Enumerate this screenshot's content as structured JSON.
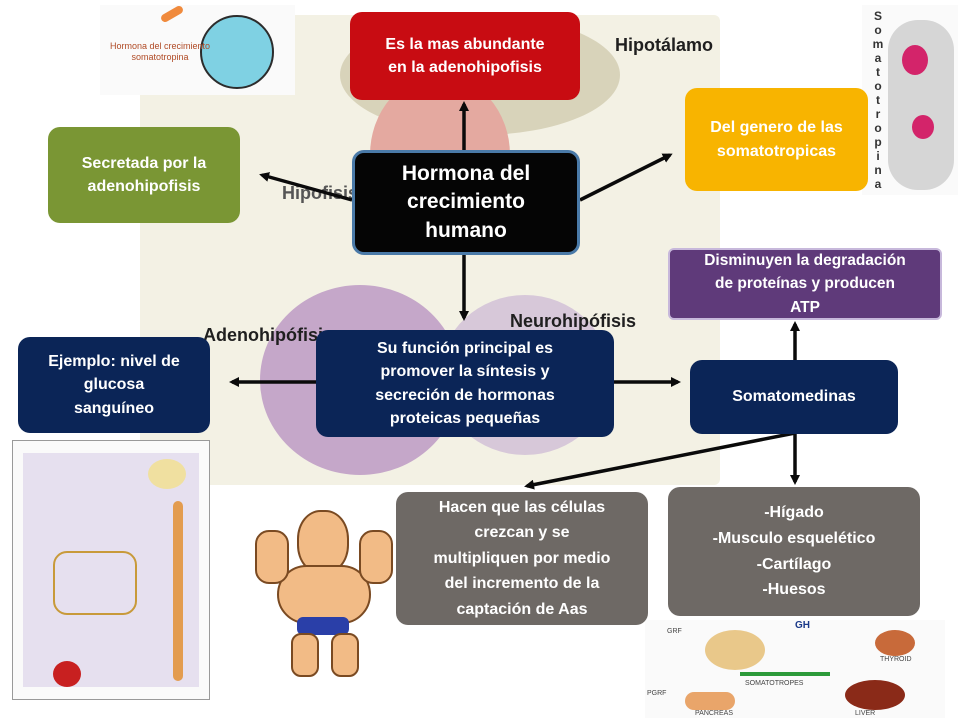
{
  "center": {
    "line1": "Hormona del",
    "line2": "crecimiento",
    "line3": "humano"
  },
  "nodes": {
    "abundante": {
      "line1": "Es la mas abundante",
      "line2": "en la adenohipofisis"
    },
    "secretada": {
      "line1": "Secretada por la",
      "line2": "adenohipofisis"
    },
    "genero": {
      "line1": "Del genero de las",
      "line2": "somatotropicas"
    },
    "disminuyen": {
      "line1": "Disminuyen la degradación",
      "line2": "de proteínas y producen",
      "line3": "ATP"
    },
    "funcion": {
      "line1": "Su función principal es",
      "line2": "promover la síntesis y",
      "line3": "secreción de hormonas",
      "line4": "proteicas pequeñas"
    },
    "ejemplo": {
      "line1": "Ejemplo: nivel de",
      "line2": "glucosa",
      "line3": "sanguíneo"
    },
    "somatomedinas": {
      "label": "Somatomedinas"
    },
    "hacen": {
      "line1": "Hacen que las células",
      "line2": "crezcan y se",
      "line3": "multipliquen por medio",
      "line4": "del incremento de la",
      "line5": "captación de Aas"
    },
    "organos": {
      "line1": "-Hígado",
      "line2": "-Musculo esquelético",
      "line3": "-Cartílago",
      "line4": "-Huesos"
    }
  },
  "background_labels": {
    "hipotalamo": "Hipotálamo",
    "hipofisis": "Hipofisis",
    "adenohipofisis": "Adenohipófisis",
    "neurohipofisis": "Neurohipófisis"
  },
  "thumbnails": {
    "hormone_caption": {
      "line1": "Hormona del crecimiento",
      "line2": "somatotropina"
    },
    "vertical_word": [
      "S",
      "o",
      "m",
      "a",
      "t",
      "o",
      "t",
      "r",
      "o",
      "p",
      "i",
      "n",
      "a"
    ],
    "pathway_labels": {
      "gh": "GH",
      "thyroid": "THYROID",
      "somatotropes": "SOMATOTROPES",
      "pancreas": "PANCREAS",
      "liver": "LIVER",
      "pgrf": "PGRF",
      "grf": "GRF"
    }
  },
  "colors": {
    "red": "#c80c12",
    "green": "#7a9634",
    "yellow": "#f8b400",
    "navy": "#0b2557",
    "purple": "#5f3a7a",
    "gray": "#6e6965",
    "center_border": "#4a7aa8"
  }
}
